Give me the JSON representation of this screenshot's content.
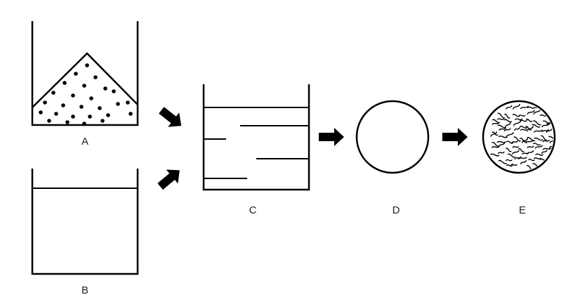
{
  "labels": {
    "a": "A",
    "b": "B",
    "c": "C",
    "d": "D",
    "e": "E"
  },
  "colors": {
    "stroke": "#000000",
    "background": "#ffffff"
  }
}
